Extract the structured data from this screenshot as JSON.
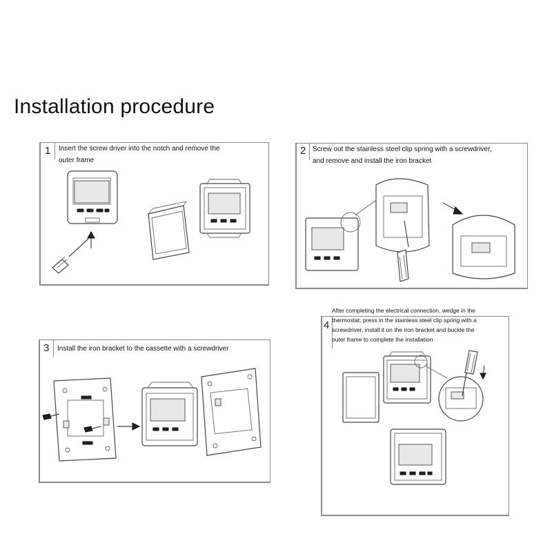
{
  "title": "Installation procedure",
  "steps": [
    {
      "number": "1",
      "text_lines": [
        "Insert the screw driver into the notch and remove the",
        "outer frame"
      ]
    },
    {
      "number": "2",
      "text_lines": [
        "Screw out the stainless steel clip spring with a screwdriver,",
        "and remove and install the iron bracket"
      ]
    },
    {
      "number": "3",
      "text_lines": [
        "Install the iron bracket to the cassette with a screwdriver"
      ]
    },
    {
      "number": "4",
      "text_lines": [
        "After completing the electrical connection, wedge in the",
        "thermostat, press in the stainless steel clip spring with a",
        "screwdriver, install it on the iron bracket and buckle the",
        "outer frame to complete the installation"
      ]
    }
  ],
  "illustrations": {
    "step1": [
      "thermostat-front",
      "screwdriver",
      "arrow-up",
      "outer-frame",
      "thermostat-without-frame"
    ],
    "step2": [
      "thermostat-with-clip",
      "screwdriver",
      "clip-detail-zoom",
      "arrow-right",
      "clip-removed-zoom"
    ],
    "step3": [
      "iron-bracket",
      "screws",
      "arrow-right",
      "thermostat-cassette",
      "bracket-on-cassette"
    ],
    "step4": [
      "outer-frame",
      "thermostat-cassette",
      "clip-detail-zoom",
      "screwdriver",
      "assembled-thermostat"
    ]
  }
}
